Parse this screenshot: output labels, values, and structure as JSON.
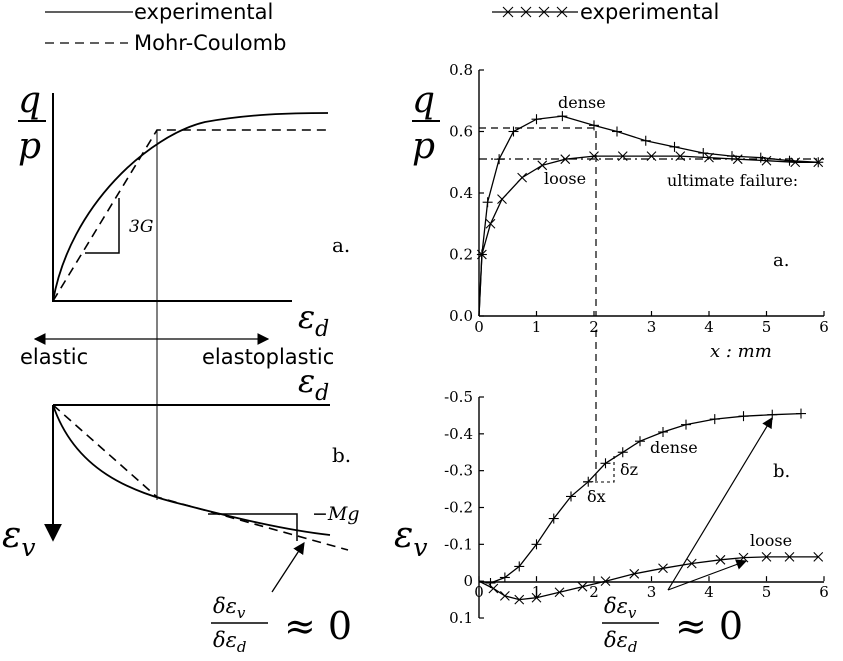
{
  "legend": {
    "solid_label": "experimental",
    "dashed_label": "Mohr-Coulomb",
    "right_marked_label": "experimental"
  },
  "left": {
    "ratio_num": "q",
    "ratio_den": "p",
    "shear_modulus_label": "3G",
    "panel_a": "a.",
    "panel_b": "b.",
    "axis_ed_top": "εd",
    "axis_ed_bottom": "εd",
    "axis_ev": "εv",
    "elastic_label": "elastic",
    "elastoplastic_label": "elastoplastic",
    "dilatancy_label": "−Mg",
    "dilatancy_zero_num": "δεv",
    "dilatancy_zero_den": "δεd",
    "approx": "≈ 0"
  },
  "right": {
    "ratio_num": "q",
    "ratio_den": "p",
    "axis_ev": "εv",
    "panel_a": "a.",
    "panel_b": "b.",
    "dense_a": "dense",
    "loose_a": "loose",
    "ultimate": "ultimate failure:",
    "xlabel": "x : mm",
    "dense_b": "dense",
    "loose_b": "loose",
    "dx": "δx",
    "dz": "δz",
    "dilatancy_zero_num": "δεv",
    "dilatancy_zero_den": "δεd",
    "approx": "≈ 0"
  },
  "chart_data": [
    {
      "type": "line",
      "xlim": [
        0,
        6
      ],
      "ylim": [
        0,
        0.8
      ],
      "xticks": [
        0,
        1,
        2,
        3,
        4,
        5,
        6
      ],
      "yticks": [
        "0.0",
        "0.2",
        "0.4",
        "0.6",
        "0.8"
      ],
      "series": [
        {
          "name": "dense",
          "x": [
            0,
            0.05,
            0.15,
            0.35,
            0.6,
            1.0,
            1.45,
            2.0,
            2.4,
            2.9,
            3.4,
            3.9,
            4.4,
            4.9,
            5.4,
            5.9
          ],
          "y": [
            0,
            0.2,
            0.37,
            0.51,
            0.6,
            0.64,
            0.65,
            0.62,
            0.6,
            0.57,
            0.55,
            0.53,
            0.52,
            0.515,
            0.505,
            0.5
          ]
        },
        {
          "name": "loose",
          "x": [
            0,
            0.05,
            0.2,
            0.4,
            0.75,
            1.1,
            1.5,
            2.0,
            2.5,
            3.0,
            3.5,
            4.0,
            4.5,
            5.0,
            5.5,
            5.9
          ],
          "y": [
            0,
            0.2,
            0.3,
            0.38,
            0.45,
            0.49,
            0.51,
            0.52,
            0.52,
            0.52,
            0.52,
            0.515,
            0.51,
            0.505,
            0.5,
            0.5
          ]
        }
      ]
    },
    {
      "type": "line",
      "xlim": [
        0,
        6
      ],
      "ylim": [
        0.1,
        -0.5
      ],
      "xticks": [
        0,
        1,
        2,
        3,
        4,
        5,
        6
      ],
      "yticks": [
        "-0.5",
        "-0.4",
        "-0.3",
        "-0.2",
        "-0.1",
        "0",
        "0.1"
      ],
      "series": [
        {
          "name": "dense",
          "x": [
            0,
            0.2,
            0.45,
            0.7,
            1.0,
            1.3,
            1.6,
            1.9,
            2.2,
            2.5,
            2.8,
            3.2,
            3.6,
            4.1,
            4.6,
            5.1,
            5.6
          ],
          "y": [
            0,
            0.005,
            -0.01,
            -0.04,
            -0.1,
            -0.17,
            -0.23,
            -0.27,
            -0.32,
            -0.35,
            -0.38,
            -0.405,
            -0.425,
            -0.44,
            -0.448,
            -0.452,
            -0.455
          ]
        },
        {
          "name": "loose",
          "x": [
            0,
            0.25,
            0.45,
            0.7,
            1.0,
            1.4,
            1.8,
            2.2,
            2.7,
            3.2,
            3.7,
            4.2,
            4.6,
            5.0,
            5.4,
            5.9
          ],
          "y": [
            0,
            0.02,
            0.04,
            0.05,
            0.045,
            0.03,
            0.015,
            0,
            -0.02,
            -0.035,
            -0.048,
            -0.058,
            -0.064,
            -0.066,
            -0.066,
            -0.066
          ]
        }
      ]
    }
  ]
}
